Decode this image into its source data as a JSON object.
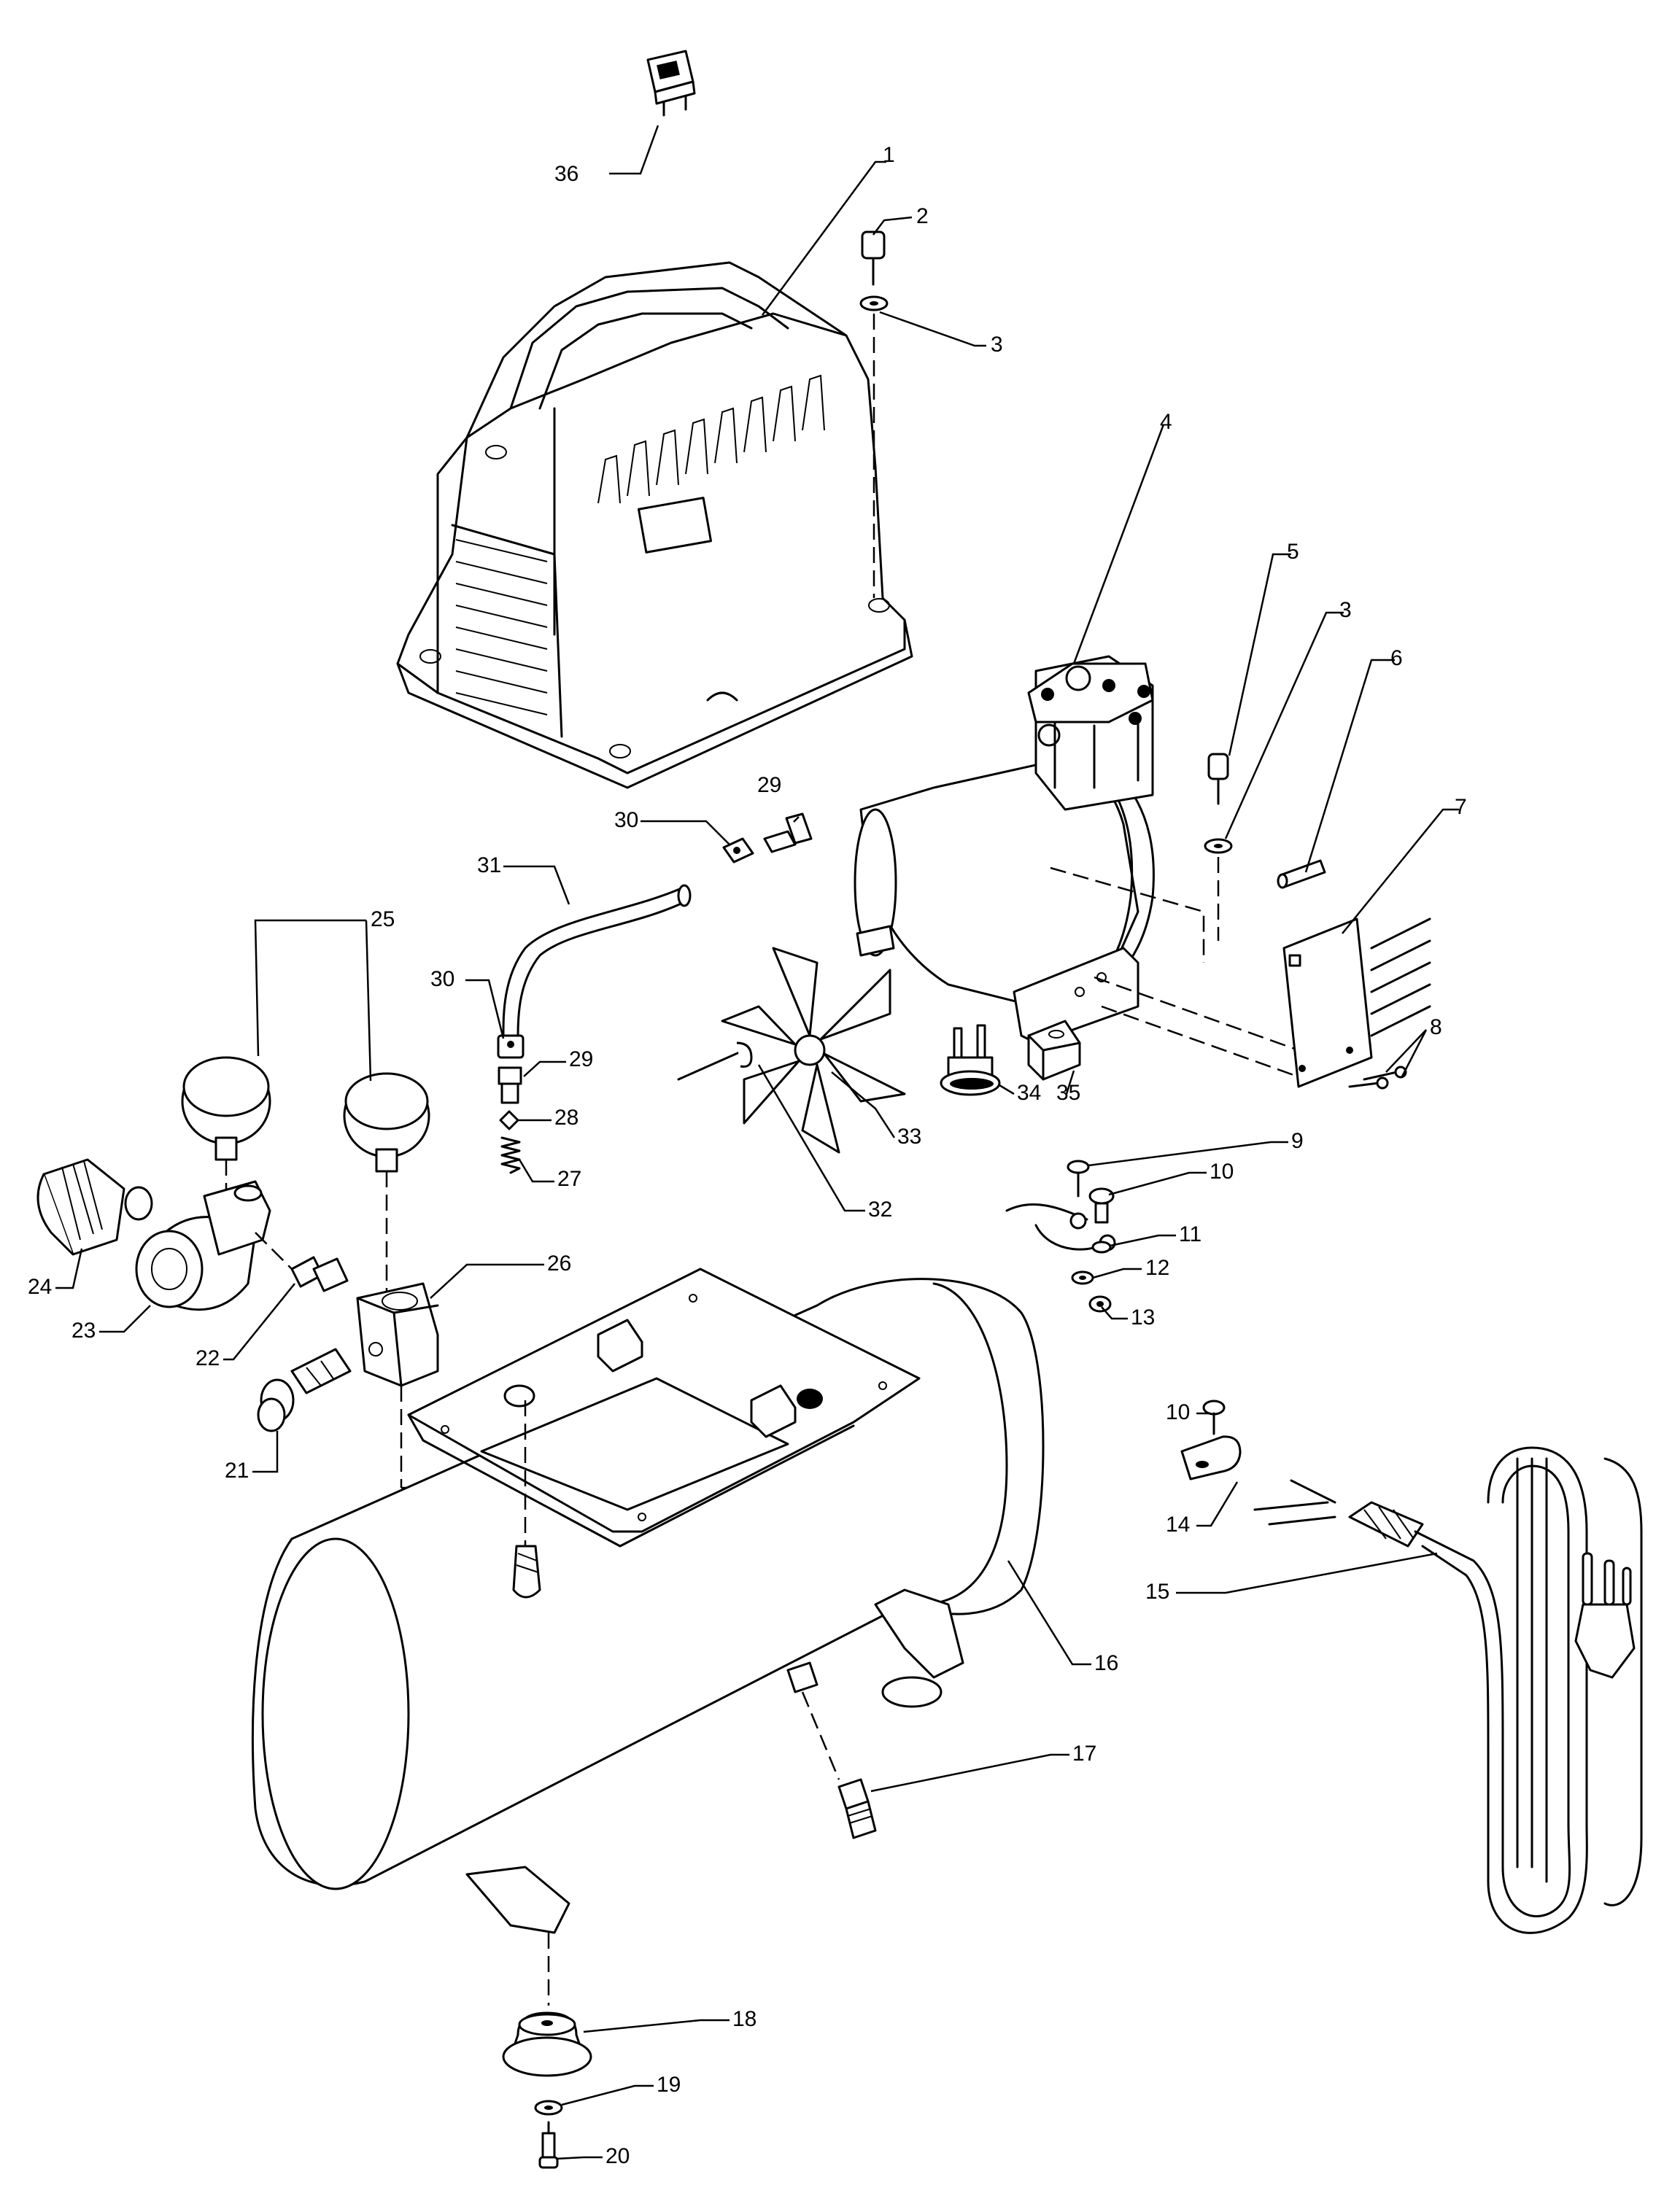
{
  "diagram": {
    "callouts": [
      {
        "id": "c36",
        "text": "36"
      },
      {
        "id": "c1",
        "text": "1"
      },
      {
        "id": "c2",
        "text": "2"
      },
      {
        "id": "c3a",
        "text": "3"
      },
      {
        "id": "c4",
        "text": "4"
      },
      {
        "id": "c5",
        "text": "5"
      },
      {
        "id": "c3b",
        "text": "3"
      },
      {
        "id": "c6",
        "text": "6"
      },
      {
        "id": "c7",
        "text": "7"
      },
      {
        "id": "c8",
        "text": "8"
      },
      {
        "id": "c29a",
        "text": "29"
      },
      {
        "id": "c30a",
        "text": "30"
      },
      {
        "id": "c31",
        "text": "31"
      },
      {
        "id": "c25",
        "text": "25"
      },
      {
        "id": "c30b",
        "text": "30"
      },
      {
        "id": "c29b",
        "text": "29"
      },
      {
        "id": "c28",
        "text": "28"
      },
      {
        "id": "c27",
        "text": "27"
      },
      {
        "id": "c35",
        "text": "35"
      },
      {
        "id": "c34",
        "text": "34"
      },
      {
        "id": "c33",
        "text": "33"
      },
      {
        "id": "c32",
        "text": "32"
      },
      {
        "id": "c9",
        "text": "9"
      },
      {
        "id": "c10a",
        "text": "10"
      },
      {
        "id": "c11",
        "text": "11"
      },
      {
        "id": "c12",
        "text": "12"
      },
      {
        "id": "c13",
        "text": "13"
      },
      {
        "id": "c24",
        "text": "24"
      },
      {
        "id": "c23",
        "text": "23"
      },
      {
        "id": "c22",
        "text": "22"
      },
      {
        "id": "c26",
        "text": "26"
      },
      {
        "id": "c21",
        "text": "21"
      },
      {
        "id": "c10b",
        "text": "10"
      },
      {
        "id": "c14",
        "text": "14"
      },
      {
        "id": "c15",
        "text": "15"
      },
      {
        "id": "c16",
        "text": "16"
      },
      {
        "id": "c17",
        "text": "17"
      },
      {
        "id": "c18",
        "text": "18"
      },
      {
        "id": "c19",
        "text": "19"
      },
      {
        "id": "c20",
        "text": "20"
      }
    ]
  }
}
